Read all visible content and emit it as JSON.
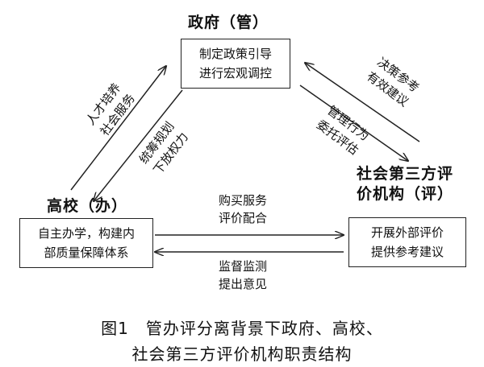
{
  "government": {
    "title": "政府（管）",
    "box_lines": [
      "制定政策引导",
      "进行宏观调控"
    ]
  },
  "university": {
    "title": "高校（办）",
    "box_lines": [
      "自主办学，构建内",
      "部质量保障体系"
    ]
  },
  "third_party": {
    "title_lines": [
      "社会第三方评",
      "价机构（评）"
    ],
    "box_lines": [
      "开展外部评价",
      "提供参考建议"
    ]
  },
  "relations": {
    "uni_to_gov": [
      "人才培养",
      "社会服务"
    ],
    "gov_to_uni": [
      "统筹规划",
      "下放权力"
    ],
    "third_to_gov": [
      "决策参考",
      "有效建议"
    ],
    "gov_to_third": [
      "管理行为",
      "委托评估"
    ],
    "uni_to_third": [
      "购买服务",
      "评价配合"
    ],
    "third_to_uni": [
      "监督监测",
      "提出意见"
    ]
  },
  "caption": {
    "line1": "图1　管办评分离背景下政府、高校、",
    "line2": "社会第三方评价机构职责结构"
  }
}
